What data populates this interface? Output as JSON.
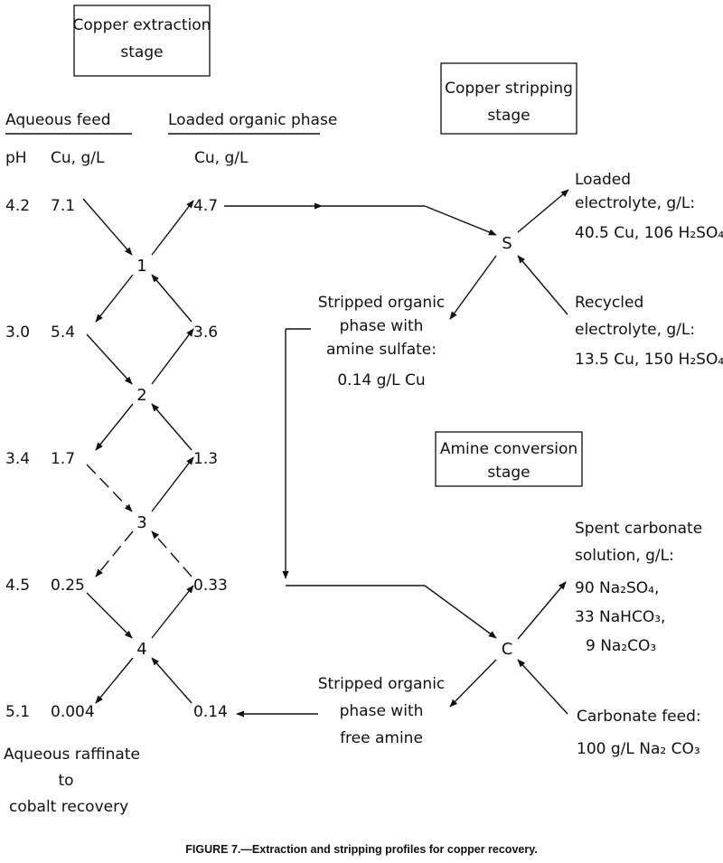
{
  "stages": {
    "extraction": [
      "Copper extraction",
      "stage"
    ],
    "stripping": [
      "Copper stripping",
      "stage"
    ],
    "conversion": [
      "Amine conversion",
      "stage"
    ]
  },
  "headers": {
    "aqueous_feed": "Aqueous feed",
    "loaded_organic": "Loaded organic phase",
    "ph": "pH",
    "cu_left": "Cu, g/L",
    "cu_right": "Cu, g/L"
  },
  "stage_labels": [
    "1",
    "2",
    "3",
    "4"
  ],
  "ph_values": [
    "4.2",
    "3.0",
    "3.4",
    "4.5",
    "5.1"
  ],
  "aqueous_cu": [
    "7.1",
    "5.4",
    "1.7",
    "0.25",
    "0.004"
  ],
  "organic_cu": [
    "4.7",
    "3.6",
    "1.3",
    "0.33",
    "0.14"
  ],
  "nodes": {
    "stripping": "S",
    "conversion": "C"
  },
  "loaded_electrolyte": [
    "Loaded",
    "electrolyte, g/L:",
    "40.5 Cu, 106 H₂SO₄"
  ],
  "recycled_electrolyte": [
    "Recycled",
    "electrolyte, g/L:",
    "13.5 Cu, 150 H₂SO₄"
  ],
  "stripped_sulfate": [
    "Stripped organic",
    "phase with",
    "amine sulfate:",
    "0.14 g/L Cu"
  ],
  "spent_carbonate": [
    "Spent carbonate",
    "solution, g/L:",
    "90 Na₂SO₄,",
    "33 NaHCO₃,",
    "9 Na₂CO₃"
  ],
  "stripped_free": [
    "Stripped organic",
    "phase with",
    "free amine"
  ],
  "carbonate_feed": [
    "Carbonate feed:",
    "100 g/L Na₂ CO₃"
  ],
  "raffinate": [
    "Aqueous raffinate",
    "to",
    "cobalt recovery"
  ],
  "caption": "FIGURE 7.—Extraction and stripping profiles for copper recovery."
}
